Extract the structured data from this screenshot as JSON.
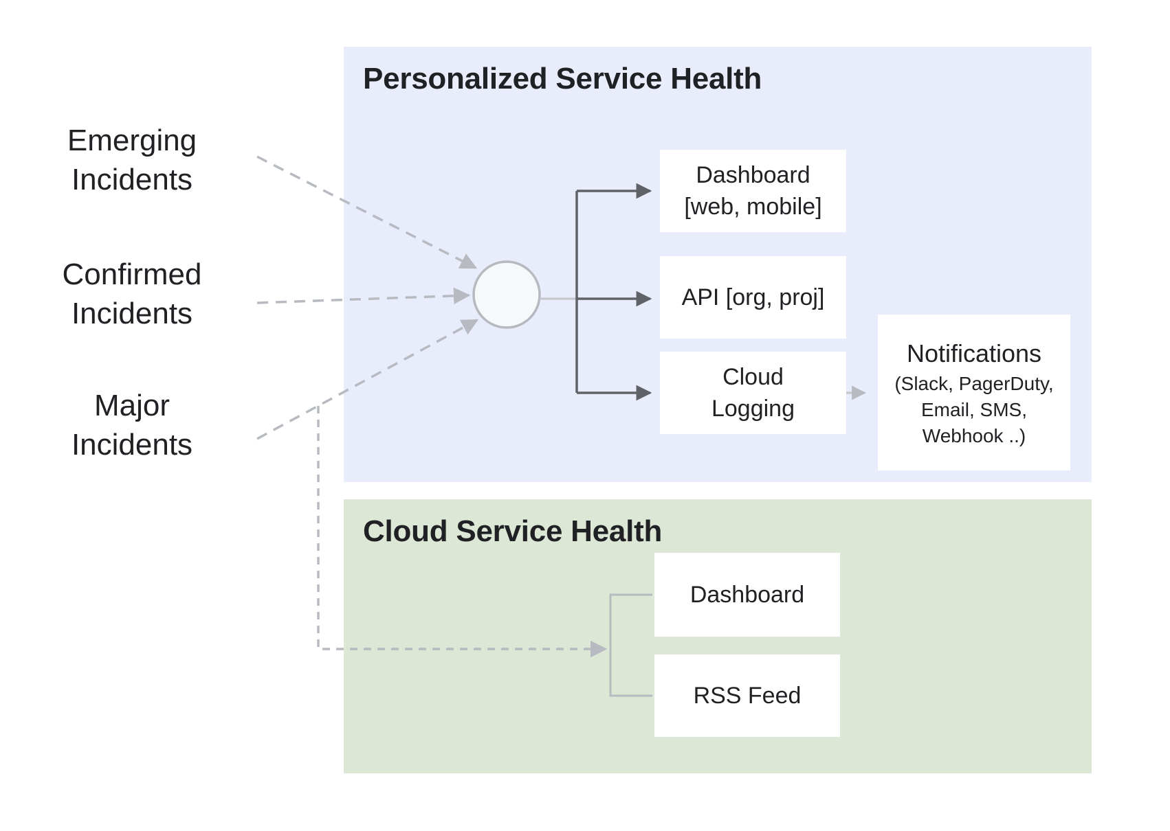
{
  "diagram": {
    "sources": [
      {
        "line1": "Emerging",
        "line2": "Incidents"
      },
      {
        "line1": "Confirmed",
        "line2": "Incidents"
      },
      {
        "line1": "Major",
        "line2": "Incidents"
      }
    ],
    "personalized_panel": {
      "title": "Personalized Service Health",
      "dashboard": {
        "line1": "Dashboard",
        "line2": "[web, mobile]"
      },
      "api": {
        "label": "API [org, proj]"
      },
      "cloud_logging": {
        "line1": "Cloud",
        "line2": "Logging"
      },
      "notifications": {
        "title": "Notifications",
        "sub_line1": "(Slack, PagerDuty,",
        "sub_line2": "Email, SMS,",
        "sub_line3": "Webhook ..)"
      }
    },
    "cloud_panel": {
      "title": "Cloud Service Health",
      "dashboard": {
        "label": "Dashboard"
      },
      "rss": {
        "label": "RSS Feed"
      }
    },
    "colors": {
      "personalized_bg": "#e9edfb",
      "cloud_bg": "#dde7d5",
      "card_bg": "#ffffff",
      "text": "#202124",
      "solid_connector": "#5f6368",
      "dashed_connector": "#b7bbc1",
      "light_connector": "#c2c5ca",
      "node_fill": "#f7f8fa",
      "node_border": "#b6bac0"
    }
  }
}
